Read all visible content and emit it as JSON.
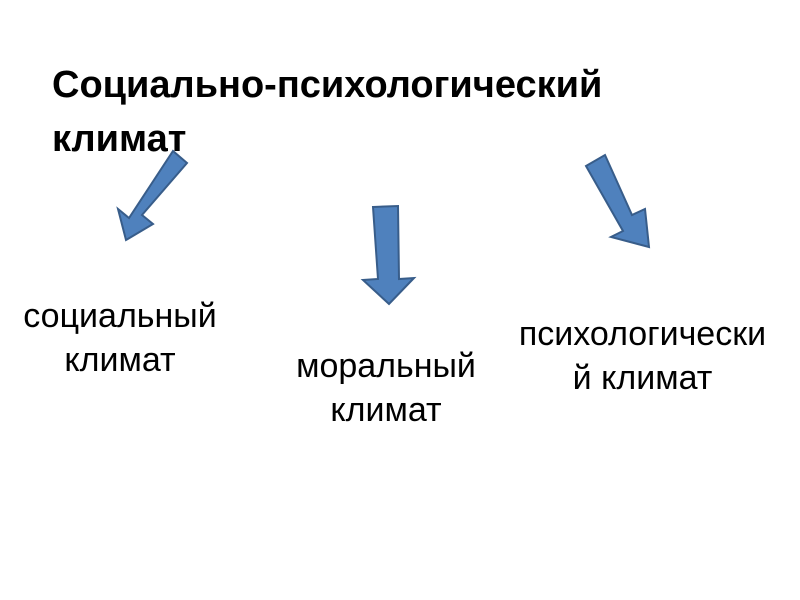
{
  "title": {
    "line1": "Социально-психологический",
    "line2": "климат"
  },
  "nodes": [
    {
      "id": "social",
      "line1": "социальный",
      "line2": "климат"
    },
    {
      "id": "moral",
      "line1": "моральный",
      "line2": "климат"
    },
    {
      "id": "psych",
      "line1": "психологически",
      "line2": "й климат"
    }
  ],
  "colors": {
    "arrow_fill": "#4f81bd",
    "arrow_stroke": "#385d8a",
    "text": "#000000",
    "background": "#ffffff"
  }
}
